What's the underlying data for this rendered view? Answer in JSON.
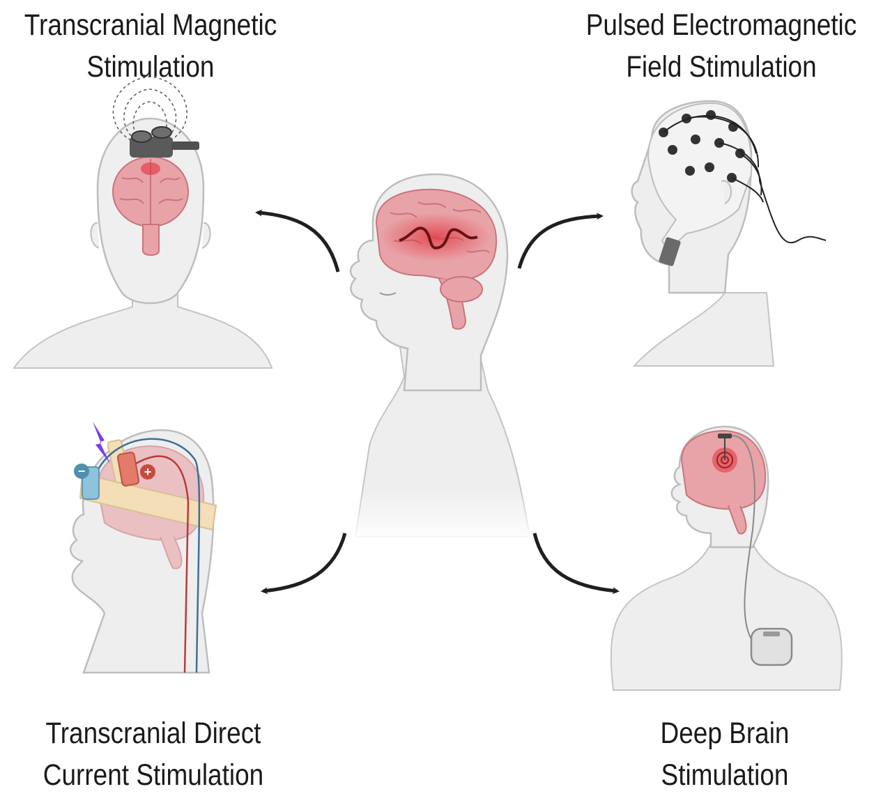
{
  "labels": {
    "tms": {
      "line1": "Transcranial Magnetic",
      "line2": "Stimulation"
    },
    "pemf": {
      "line1": "Pulsed Electromagnetic",
      "line2": "Field Stimulation"
    },
    "tdcs": {
      "line1": "Transcranial Direct",
      "line2": "Current Stimulation"
    },
    "dbs": {
      "line1": "Deep Brain",
      "line2": "Stimulation"
    }
  },
  "electrode_signs": {
    "negative": "−",
    "positive": "+"
  },
  "colors": {
    "skin": "#ededed",
    "skin_outline": "#bdbdbd",
    "brain": "#e8a3a8",
    "brain_dark": "#c9737b",
    "highlight": "#e0313a",
    "device_gray": "#5a5a5a",
    "arrow": "#1f1f1f",
    "cap": "#f3f3f3",
    "electrode_negative": "#8fc3dc",
    "electrode_positive": "#e37a6a",
    "band": "#f4deb8",
    "lightning": "#7a3ee8"
  },
  "icons": [
    "arrow-icon",
    "lightning-bolt-icon",
    "electrode-icon",
    "pulse-generator-icon",
    "magnetic-coil-icon",
    "eeg-cap-icon"
  ]
}
